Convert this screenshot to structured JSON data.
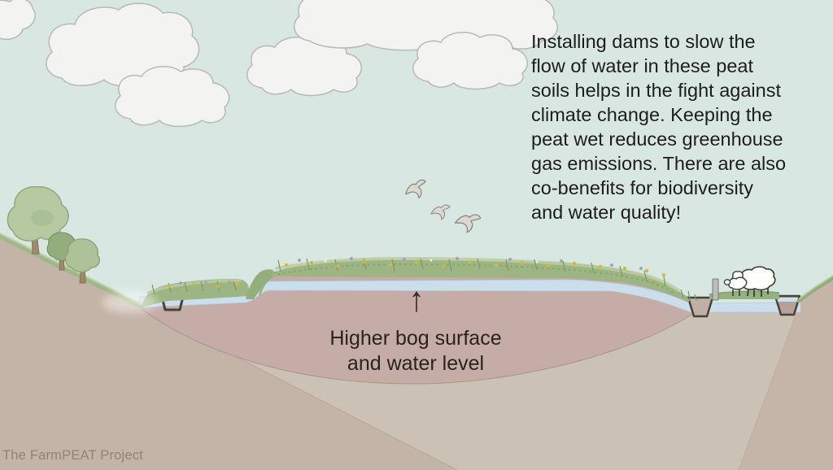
{
  "annotation": {
    "lines": [
      "Installing dams to slow the",
      "flow of water in these peat",
      "soils helps in the fight against",
      "climate change. Keeping the",
      "peat wet reduces greenhouse",
      "gas emissions. There are also",
      "co-benefits for biodiversity",
      "and water quality!"
    ]
  },
  "bog_label": {
    "arrow_glyph": "↑",
    "line1": "Higher bog surface",
    "line2": "and water level"
  },
  "watermark": "The FarmPEAT Project",
  "icons": {
    "clouds": "cloud-icon",
    "birds": "bird-icon",
    "trees": "tree-icon",
    "sheep": "sheep-icon",
    "lamb": "lamb-icon",
    "dams": "dam-icon",
    "post": "fence-post-icon",
    "arrow": "up-arrow-icon"
  },
  "palette": {
    "sky": "#d9e7e3",
    "cloud": "#f3f4f2",
    "peat": "#c6aca7",
    "subsoil": "#ccc1b5",
    "hillside": "#c4b3a7",
    "water": "#cadeeb",
    "grass": "#9cb583",
    "grass_light": "#bccba2",
    "tree_light": "#b6c9a1",
    "tree_dark": "#93ad7d",
    "flower_yellow": "#d8b63c",
    "flower_purple": "#a89cc4",
    "text": "#1d1d1d",
    "watermark_text": "#8e8479"
  }
}
